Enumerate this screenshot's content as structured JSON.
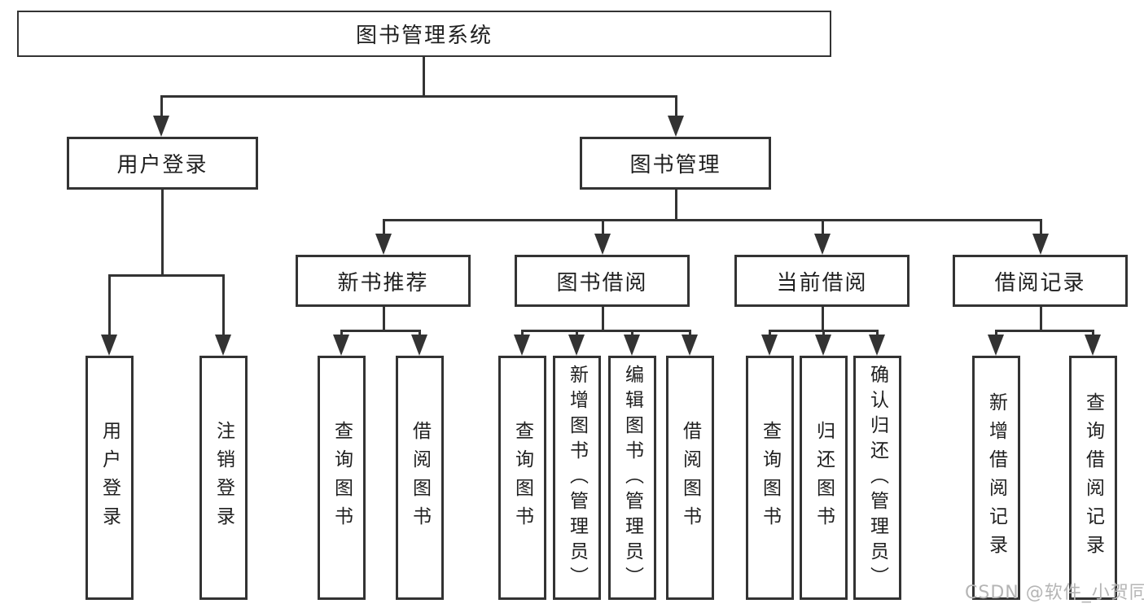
{
  "tree": {
    "root": {
      "label": "图书管理系统"
    },
    "branches": [
      {
        "label": "用户登录",
        "children": [
          {
            "label": "用户登录"
          },
          {
            "label": "注销登录"
          }
        ]
      },
      {
        "label": "图书管理",
        "children": [
          {
            "label": "新书推荐",
            "children": [
              {
                "label": "查询图书"
              },
              {
                "label": "借阅图书"
              }
            ]
          },
          {
            "label": "图书借阅",
            "children": [
              {
                "label": "查询图书"
              },
              {
                "label": "新增图书（管理员）"
              },
              {
                "label": "编辑图书（管理员）"
              },
              {
                "label": "借阅图书"
              }
            ]
          },
          {
            "label": "当前借阅",
            "children": [
              {
                "label": "查询图书"
              },
              {
                "label": "归还图书"
              },
              {
                "label": "确认归还（管理员）"
              }
            ]
          },
          {
            "label": "借阅记录",
            "children": [
              {
                "label": "新增借阅记录"
              },
              {
                "label": "查询借阅记录"
              }
            ]
          }
        ]
      }
    ]
  },
  "watermark": {
    "text": "CSDN @软件_小贺同学"
  },
  "colors": {
    "line": "#333333",
    "box_border": "#333333",
    "text": "#1f1f1f",
    "watermark": "#b5b5b5",
    "background": "#ffffff"
  }
}
